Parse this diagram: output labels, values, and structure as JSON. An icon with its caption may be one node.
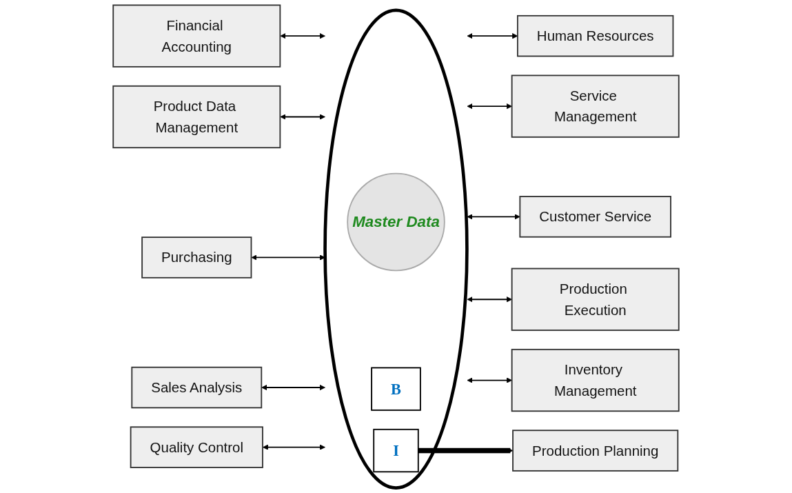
{
  "diagram": {
    "nodes": [
      {
        "text": [
          "Financial Accounting"
        ]
      },
      {
        "text": [
          "Human Resources"
        ]
      },
      {
        "text": [
          "Service Management"
        ]
      },
      {
        "text": [
          "Product Data Management"
        ]
      },
      {
        "text": [
          "Customer Service"
        ]
      },
      {
        "text": [],
        "shape": "circle"
      },
      {
        "text": [
          "Master Data"
        ],
        "in": 5
      },
      {
        "text": [
          "B"
        ],
        "in": 5
      },
      {
        "text": [
          "I"
        ],
        "in": 5
      },
      {
        "text": [
          "Purchasing"
        ]
      },
      {
        "text": [
          "Production Planning"
        ]
      },
      {
        "text": [
          "Sales Analysis"
        ]
      },
      {
        "text": [
          "Production Execution"
        ]
      },
      {
        "text": [
          "Quality Control"
        ]
      },
      {
        "text": [
          "Inventory Management"
        ]
      }
    ],
    "edges": [
      {
        "from": 0,
        "to": 5,
        "arrow": "both"
      },
      {
        "from": 5,
        "to": 1,
        "arrow": "both"
      },
      {
        "from": 5,
        "to": 2,
        "arrow": "both"
      },
      {
        "from": 3,
        "to": 5,
        "arrow": "both"
      },
      {
        "from": 5,
        "to": 4,
        "arrow": "both"
      },
      {
        "from": 9,
        "to": 5,
        "arrow": "both"
      },
      {
        "from": 8,
        "to": 10,
        "arrow": "to",
        "style": "thick"
      },
      {
        "from": 11,
        "to": 5,
        "arrow": "both"
      },
      {
        "from": 5,
        "to": 12,
        "arrow": "both"
      },
      {
        "from": 13,
        "to": 5,
        "arrow": "both"
      },
      {
        "from": 5,
        "to": 14,
        "arrow": "both"
      }
    ]
  }
}
